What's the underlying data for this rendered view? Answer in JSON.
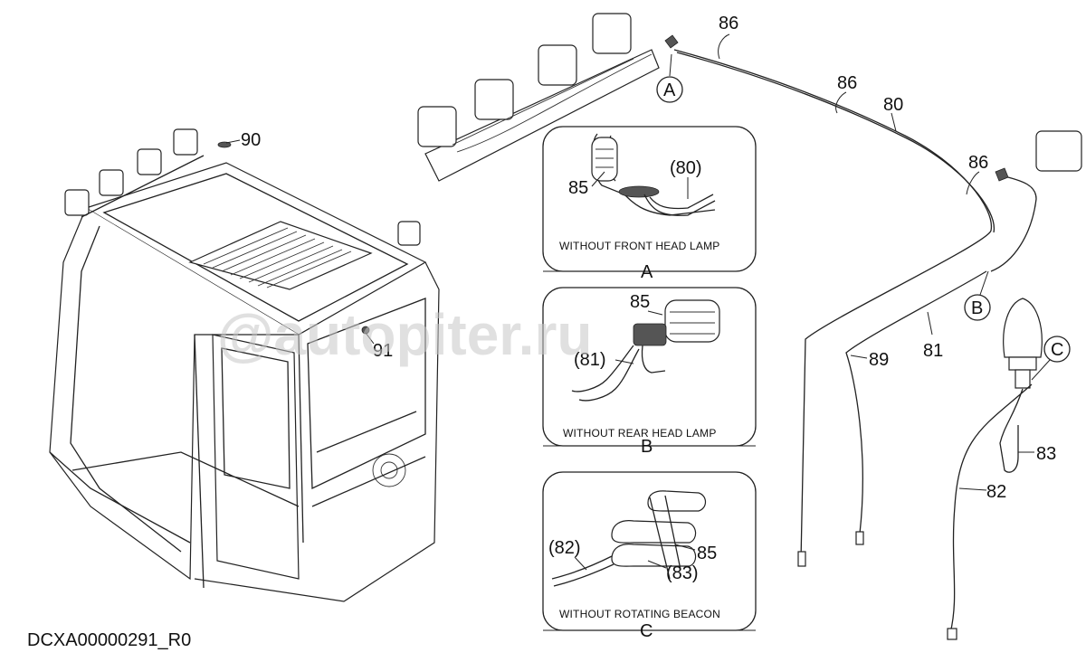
{
  "document_id": "DCXA00000291_R0",
  "watermark": "@autopiter.ru",
  "callouts": {
    "c90": "90",
    "c91": "91",
    "c86a": "86",
    "c86b": "86",
    "c86c": "86",
    "c80": "80",
    "c81": "81",
    "c89": "89",
    "c83": "83",
    "c82": "82"
  },
  "view_markers": {
    "a": "A",
    "b": "B",
    "c": "C"
  },
  "detail_panels": [
    {
      "caption": "WITHOUT FRONT HEAD LAMP",
      "letter": "A",
      "labels": {
        "l1": "85",
        "l2": "(80)"
      }
    },
    {
      "caption": "WITHOUT REAR HEAD LAMP",
      "letter": "B",
      "labels": {
        "l1": "85",
        "l2": "(81)"
      }
    },
    {
      "caption": "WITHOUT ROTATING BEACON",
      "letter": "C",
      "labels": {
        "l1": "(82)",
        "l2": "85",
        "l3": "(83)"
      }
    }
  ]
}
